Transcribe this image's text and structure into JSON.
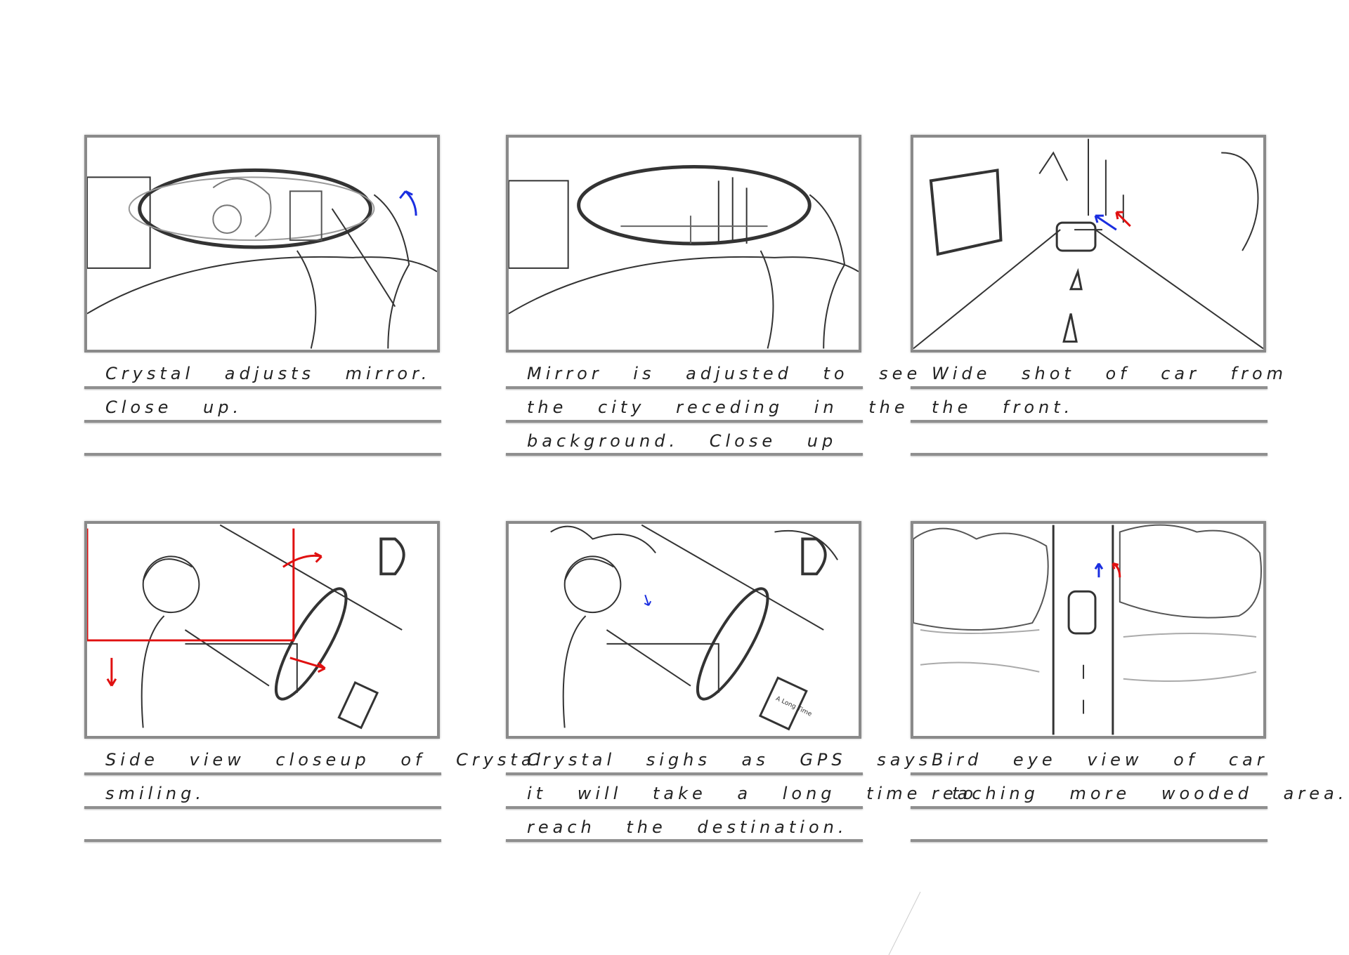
{
  "storyboard": {
    "panels": [
      {
        "caption_lines": [
          "Crystal adjusts mirror.",
          "Close up.",
          ""
        ]
      },
      {
        "caption_lines": [
          "Mirror is adjusted to see",
          "the city receding in the",
          "background. Close up"
        ]
      },
      {
        "caption_lines": [
          "Wide shot of car from",
          "the front.",
          ""
        ]
      },
      {
        "caption_lines": [
          "Side view closeup of Crystal",
          "smiling.",
          ""
        ]
      },
      {
        "caption_lines": [
          "Crystal sighs as GPS says",
          "it will take a long time to",
          "reach the destination."
        ],
        "gps_screen_text": "A Long Time"
      },
      {
        "caption_lines": [
          "Bird eye view of car",
          "reaching more wooded area.",
          ""
        ]
      }
    ],
    "colors": {
      "arrow_blue": "#1a2ee0",
      "arrow_red": "#e01010",
      "frame": "#8a8a8a",
      "sketch": "#333333"
    }
  }
}
